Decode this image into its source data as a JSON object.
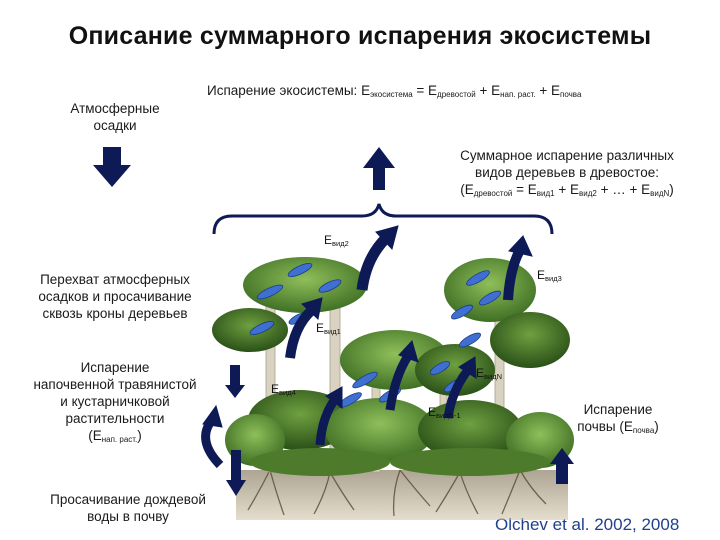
{
  "title": "Описание суммарного испарения экосистемы",
  "formula": {
    "prefix": "Испарение экосистемы: E",
    "s1": "экосистема",
    "eq": " = E",
    "s2": "древостой",
    "plus1": " + E",
    "s3": "нап. раст.",
    "plus2": " + E",
    "s4": "почва"
  },
  "precip": {
    "line1": "Атмосферные",
    "line2": "осадки"
  },
  "stand": {
    "line1": "Суммарное испарение различных",
    "line2": "видов деревьев в древостое:",
    "f_open": "(E",
    "f_s1": "древостой",
    "f_eq": " = E",
    "f_s2": "вид1",
    "f_p1": " + E",
    "f_s3": "вид2",
    "f_p2": " + … + E",
    "f_s4": "видN",
    "f_close": ")"
  },
  "intercept": {
    "line1": "Перехват атмосферных",
    "line2": "осадков и просачивание",
    "line3": "сквозь кроны деревьев"
  },
  "under": {
    "line1": "Испарение",
    "line2": "напочвенной травянистой",
    "line3": "и кустарничковой",
    "line4": "растительности",
    "f_open": "(E",
    "f_sub": "нап. раст.",
    "f_close": ")"
  },
  "soil": {
    "line1": "Испарение",
    "line2": "почвы (E",
    "sub": "почва",
    "close": ")"
  },
  "infil": {
    "line1": "Просачивание дождевой",
    "line2": "воды в почву"
  },
  "species": {
    "e": "E",
    "v2": "вид2",
    "v3": "вид3",
    "v1": "вид1",
    "v4": "вид4",
    "vN": "видN",
    "vN1": "видN-1"
  },
  "credit": "Olchev et al. 2002, 2008",
  "colors": {
    "arrow": "#0d1a55",
    "arrow_light": "#2a3d8f",
    "leaf": "#3f6fd0",
    "trunk": "#d9d2c0"
  },
  "icons": [
    "arrow-down-icon",
    "arrow-up-icon",
    "curved-arrow-icon",
    "brace-icon",
    "forest-illustration",
    "leaf-ellipse-icon"
  ]
}
